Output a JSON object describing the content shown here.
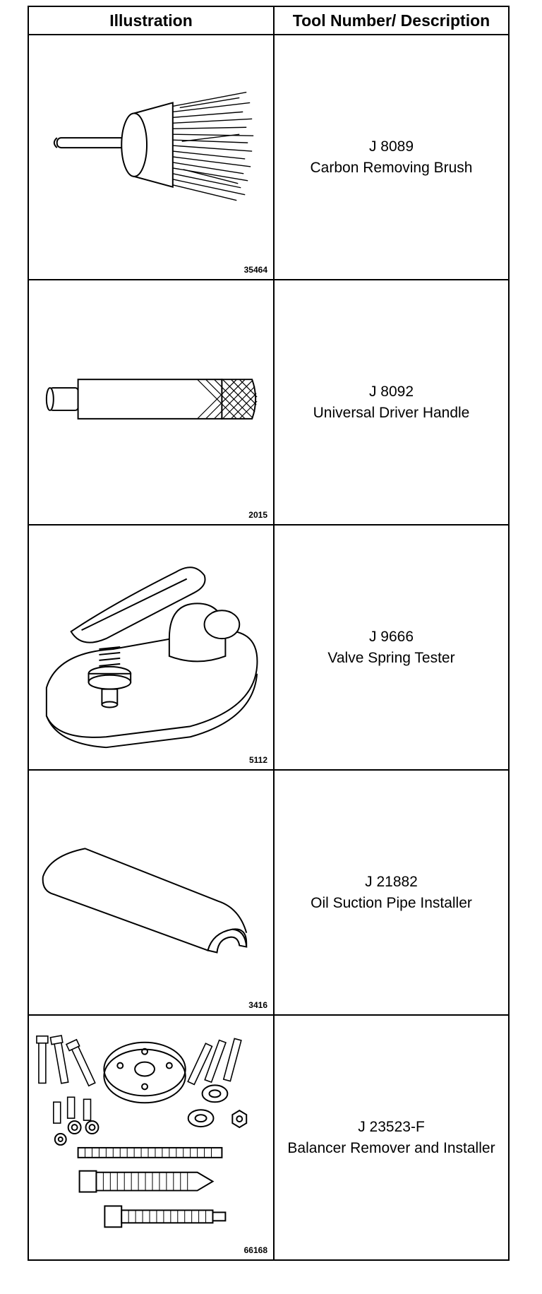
{
  "header": {
    "illustration": "Illustration",
    "tool_description": "Tool Number/ Description"
  },
  "rows": [
    {
      "figure_number": "35464",
      "tool_number": "J 8089",
      "description": "Carbon Removing Brush",
      "icon": "carbon-brush-icon"
    },
    {
      "figure_number": "2015",
      "tool_number": "J 8092",
      "description": "Universal Driver Handle",
      "icon": "driver-handle-icon"
    },
    {
      "figure_number": "5112",
      "tool_number": "J 9666",
      "description": "Valve Spring Tester",
      "icon": "spring-tester-icon"
    },
    {
      "figure_number": "3416",
      "tool_number": "J 21882",
      "description": "Oil Suction Pipe Installer",
      "icon": "pipe-installer-icon"
    },
    {
      "figure_number": "66168",
      "tool_number": "J 23523-F",
      "description": "Balancer Remover and Installer",
      "icon": "balancer-kit-icon"
    }
  ]
}
